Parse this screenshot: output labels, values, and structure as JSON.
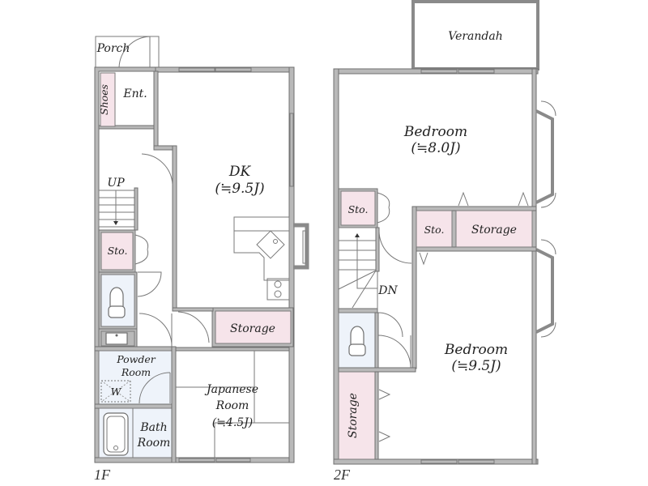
{
  "colors": {
    "wall": "#b9b9b9",
    "storage_fill": "#f6e4ea",
    "wet_area_fill": "#eef3fa",
    "text": "#222222"
  },
  "floor1": {
    "label": "1F",
    "rooms": {
      "porch": "Porch",
      "entrance": "Ent.",
      "shoes": "Shoes",
      "stairs_up": "UP",
      "storage_small": "Sto.",
      "dk_name": "DK",
      "dk_size": "(≒9.5J)",
      "storage": "Storage",
      "powder_line1": "Powder",
      "powder_line2": "Room",
      "washer": "W",
      "bath_line1": "Bath",
      "bath_line2": "Room",
      "japanese_line1": "Japanese",
      "japanese_line2": "Room",
      "japanese_size": "(≒4.5J)"
    }
  },
  "floor2": {
    "label": "2F",
    "rooms": {
      "verandah": "Verandah",
      "bedroom1_name": "Bedroom",
      "bedroom1_size": "(≒8.0J)",
      "storage_small_a": "Sto.",
      "storage_small_b": "Sto.",
      "storage_wide": "Storage",
      "stairs_down": "DN",
      "bedroom2_name": "Bedroom",
      "bedroom2_size": "(≒9.5J)",
      "storage_tall": "Storage"
    }
  }
}
